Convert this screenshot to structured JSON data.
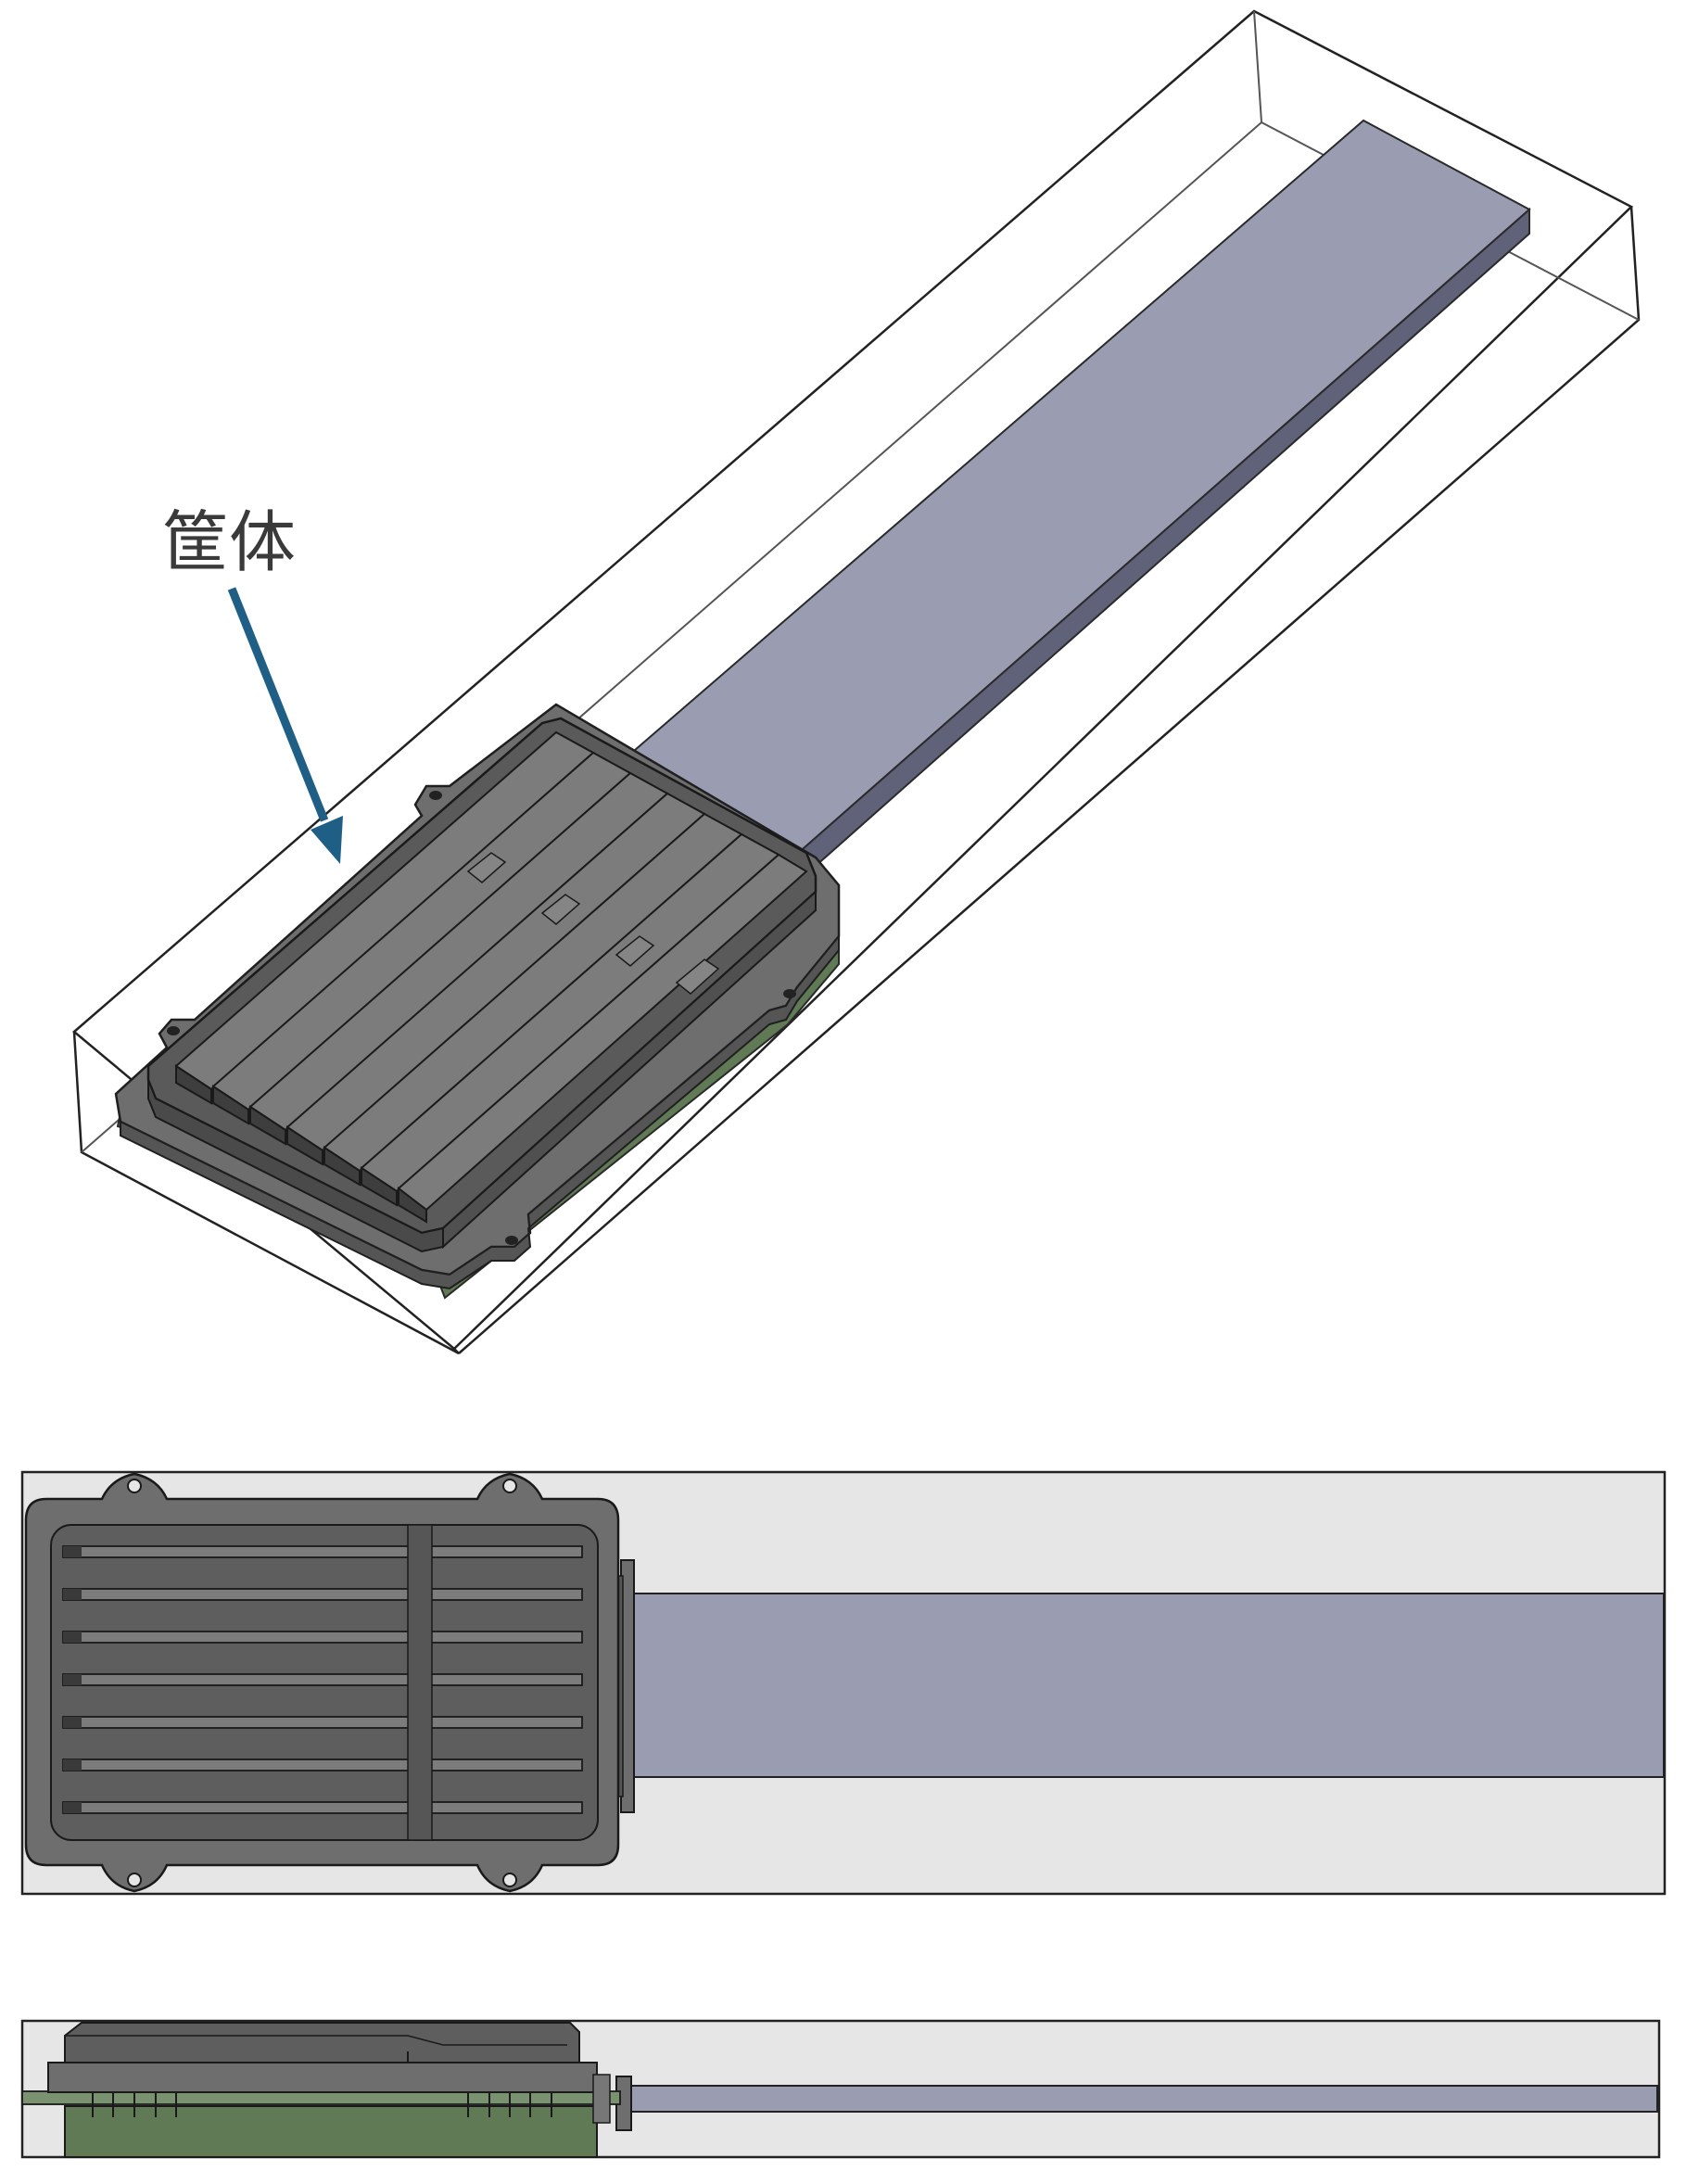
{
  "annotation": {
    "label": "筐体",
    "arrow_color": "#1f5f86"
  },
  "colors": {
    "background": "#ffffff",
    "enclosure_box_fill": "#e6e6e6",
    "enclosure_box_stroke": "#222222",
    "housing_dark": "#5a5a5a",
    "housing_mid": "#6e6e6e",
    "housing_light": "#7c7c7c",
    "fin_dark": "#454545",
    "plate_face": "#9a9db2",
    "plate_edge": "#5f6278",
    "pcb_green": "#5f7a55",
    "pcb_dark": "#3f5236"
  },
  "views": [
    {
      "name": "isometric-view"
    },
    {
      "name": "top-view"
    },
    {
      "name": "side-view"
    }
  ]
}
